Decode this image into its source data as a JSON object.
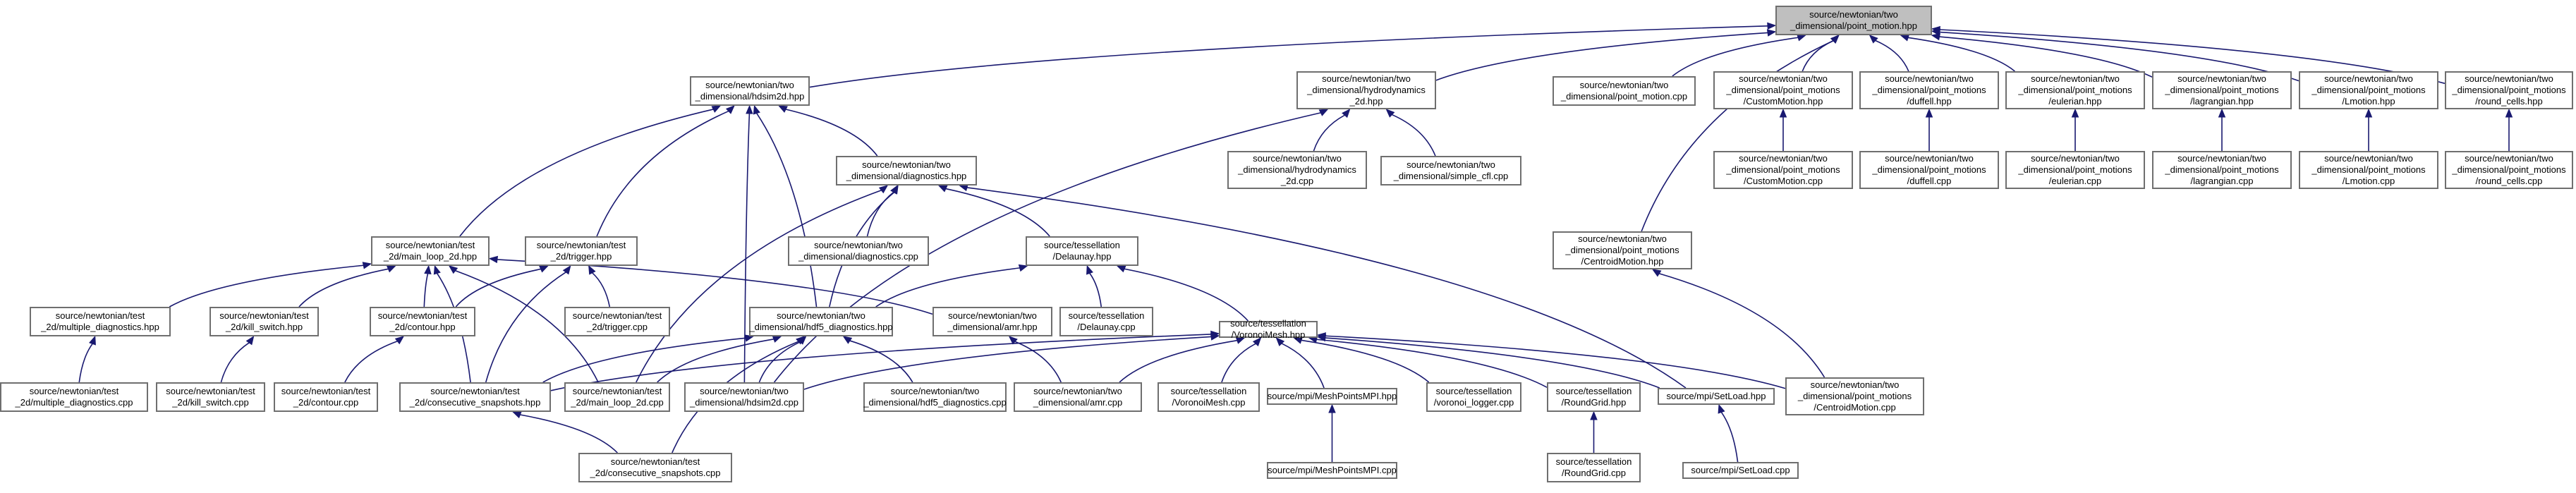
{
  "graph_type": "include dependency graph (reverse)",
  "colors": {
    "edge": "#191970",
    "node_border": "#6f6f6f",
    "root_fill": "#bfbfbf",
    "node_fill": "#ffffff"
  },
  "nodes": [
    {
      "id": "root",
      "label": "source/newtonian/two\n_dimensional/point_motion.hpp",
      "root": true
    },
    {
      "id": "hdsim2d_hpp",
      "label": "source/newtonian/two\n_dimensional/hdsim2d.hpp"
    },
    {
      "id": "hydro2d_hpp",
      "label": "source/newtonian/two\n_dimensional/hydrodynamics\n_2d.hpp"
    },
    {
      "id": "point_motion_cpp",
      "label": "source/newtonian/two\n_dimensional/point_motion.cpp"
    },
    {
      "id": "custom_hpp",
      "label": "source/newtonian/two\n_dimensional/point_motions\n/CustomMotion.hpp"
    },
    {
      "id": "duffell_hpp",
      "label": "source/newtonian/two\n_dimensional/point_motions\n/duffell.hpp"
    },
    {
      "id": "eulerian_hpp",
      "label": "source/newtonian/two\n_dimensional/point_motions\n/eulerian.hpp"
    },
    {
      "id": "lagrangian_hpp",
      "label": "source/newtonian/two\n_dimensional/point_motions\n/lagrangian.hpp"
    },
    {
      "id": "lmotion_hpp",
      "label": "source/newtonian/two\n_dimensional/point_motions\n/Lmotion.hpp"
    },
    {
      "id": "round_cells_hpp",
      "label": "source/newtonian/two\n_dimensional/point_motions\n/round_cells.hpp"
    },
    {
      "id": "diagnostics_hpp",
      "label": "source/newtonian/two\n_dimensional/diagnostics.hpp"
    },
    {
      "id": "hydro2d_cpp",
      "label": "source/newtonian/two\n_dimensional/hydrodynamics\n_2d.cpp"
    },
    {
      "id": "simple_cfl_cpp",
      "label": "source/newtonian/two\n_dimensional/simple_cfl.cpp"
    },
    {
      "id": "custom_cpp",
      "label": "source/newtonian/two\n_dimensional/point_motions\n/CustomMotion.cpp"
    },
    {
      "id": "duffell_cpp",
      "label": "source/newtonian/two\n_dimensional/point_motions\n/duffell.cpp"
    },
    {
      "id": "eulerian_cpp",
      "label": "source/newtonian/two\n_dimensional/point_motions\n/eulerian.cpp"
    },
    {
      "id": "lagrangian_cpp",
      "label": "source/newtonian/two\n_dimensional/point_motions\n/lagrangian.cpp"
    },
    {
      "id": "lmotion_cpp",
      "label": "source/newtonian/two\n_dimensional/point_motions\n/Lmotion.cpp"
    },
    {
      "id": "round_cells_cpp",
      "label": "source/newtonian/two\n_dimensional/point_motions\n/round_cells.cpp"
    },
    {
      "id": "main_loop_hpp",
      "label": "source/newtonian/test\n_2d/main_loop_2d.hpp"
    },
    {
      "id": "trigger_hpp",
      "label": "source/newtonian/test\n_2d/trigger.hpp"
    },
    {
      "id": "diagnostics_cpp",
      "label": "source/newtonian/two\n_dimensional/diagnostics.cpp"
    },
    {
      "id": "delaunay_hpp",
      "label": "source/tessellation\n/Delaunay.hpp"
    },
    {
      "id": "centroid_hpp",
      "label": "source/newtonian/two\n_dimensional/point_motions\n/CentroidMotion.hpp"
    },
    {
      "id": "multi_diag_hpp",
      "label": "source/newtonian/test\n_2d/multiple_diagnostics.hpp"
    },
    {
      "id": "kill_switch_hpp",
      "label": "source/newtonian/test\n_2d/kill_switch.hpp"
    },
    {
      "id": "contour_hpp",
      "label": "source/newtonian/test\n_2d/contour.hpp"
    },
    {
      "id": "trigger_cpp",
      "label": "source/newtonian/test\n_2d/trigger.cpp"
    },
    {
      "id": "hdf5_diag_hpp",
      "label": "source/newtonian/two\n_dimensional/hdf5_diagnostics.hpp"
    },
    {
      "id": "amr_hpp",
      "label": "source/newtonian/two\n_dimensional/amr.hpp"
    },
    {
      "id": "delaunay_cpp",
      "label": "source/tessellation\n/Delaunay.cpp"
    },
    {
      "id": "voronoi_hpp",
      "label": "source/tessellation\n/VoronoiMesh.hpp"
    },
    {
      "id": "multi_diag_cpp",
      "label": "source/newtonian/test\n_2d/multiple_diagnostics.cpp"
    },
    {
      "id": "kill_switch_cpp",
      "label": "source/newtonian/test\n_2d/kill_switch.cpp"
    },
    {
      "id": "contour_cpp",
      "label": "source/newtonian/test\n_2d/contour.cpp"
    },
    {
      "id": "consec_hpp",
      "label": "source/newtonian/test\n_2d/consecutive_snapshots.hpp"
    },
    {
      "id": "main_loop_cpp",
      "label": "source/newtonian/test\n_2d/main_loop_2d.cpp"
    },
    {
      "id": "hdsim2d_cpp",
      "label": "source/newtonian/two\n_dimensional/hdsim2d.cpp"
    },
    {
      "id": "hdf5_diag_cpp",
      "label": "source/newtonian/two\n_dimensional/hdf5_diagnostics.cpp"
    },
    {
      "id": "amr_cpp",
      "label": "source/newtonian/two\n_dimensional/amr.cpp"
    },
    {
      "id": "voronoi_cpp",
      "label": "source/tessellation\n/VoronoiMesh.cpp"
    },
    {
      "id": "meshpts_hpp",
      "label": "source/mpi/MeshPointsMPI.hpp"
    },
    {
      "id": "voronoi_logger_cpp",
      "label": "source/tessellation\n/voronoi_logger.cpp"
    },
    {
      "id": "roundgrid_hpp",
      "label": "source/tessellation\n/RoundGrid.hpp"
    },
    {
      "id": "setload_hpp",
      "label": "source/mpi/SetLoad.hpp"
    },
    {
      "id": "centroid_cpp",
      "label": "source/newtonian/two\n_dimensional/point_motions\n/CentroidMotion.cpp"
    },
    {
      "id": "consec_cpp",
      "label": "source/newtonian/test\n_2d/consecutive_snapshots.cpp"
    },
    {
      "id": "meshpts_cpp",
      "label": "source/mpi/MeshPointsMPI.cpp"
    },
    {
      "id": "roundgrid_cpp",
      "label": "source/tessellation\n/RoundGrid.cpp"
    },
    {
      "id": "setload_cpp",
      "label": "source/mpi/SetLoad.cpp"
    }
  ]
}
